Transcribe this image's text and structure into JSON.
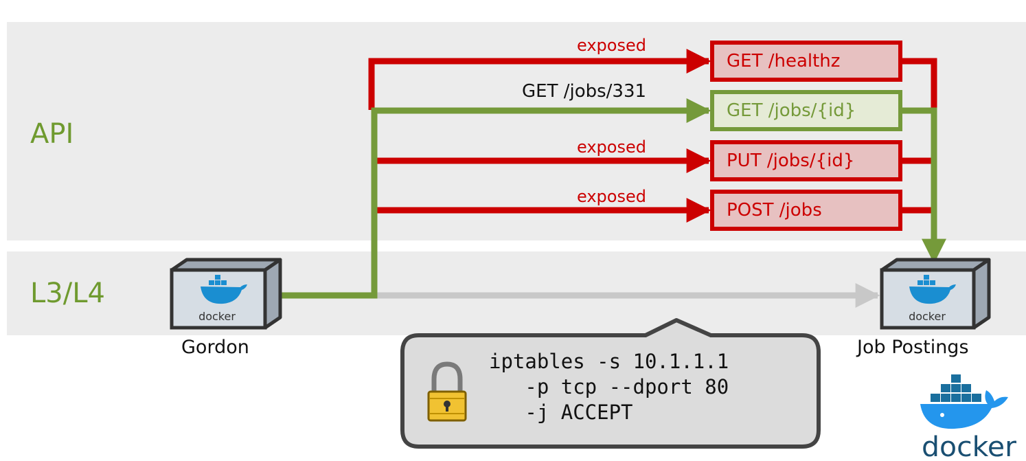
{
  "layers": {
    "api": "API",
    "l3l4": "L3/L4"
  },
  "endpoints": [
    {
      "label": "GET /healthz",
      "state": "exposed",
      "edge_label": "exposed"
    },
    {
      "label": "GET /jobs/{id}",
      "state": "allowed",
      "edge_label": "GET /jobs/331"
    },
    {
      "label": "PUT /jobs/{id}",
      "state": "exposed",
      "edge_label": "exposed"
    },
    {
      "label": "POST /jobs",
      "state": "exposed",
      "edge_label": "exposed"
    }
  ],
  "hosts": {
    "source": {
      "caption": "Gordon",
      "badge": "docker"
    },
    "target": {
      "caption": "Job Postings",
      "badge": "docker"
    }
  },
  "callout": {
    "lines": [
      "iptables -s 10.1.1.1",
      "   -p tcp --dport 80",
      "   -j ACCEPT"
    ],
    "icon": "padlock-icon"
  },
  "logo": {
    "text": "docker"
  },
  "colors": {
    "exposed": "#cc0000",
    "allowed": "#759a3a",
    "l4_path": "#c8c8c8",
    "band": "#ececec"
  }
}
